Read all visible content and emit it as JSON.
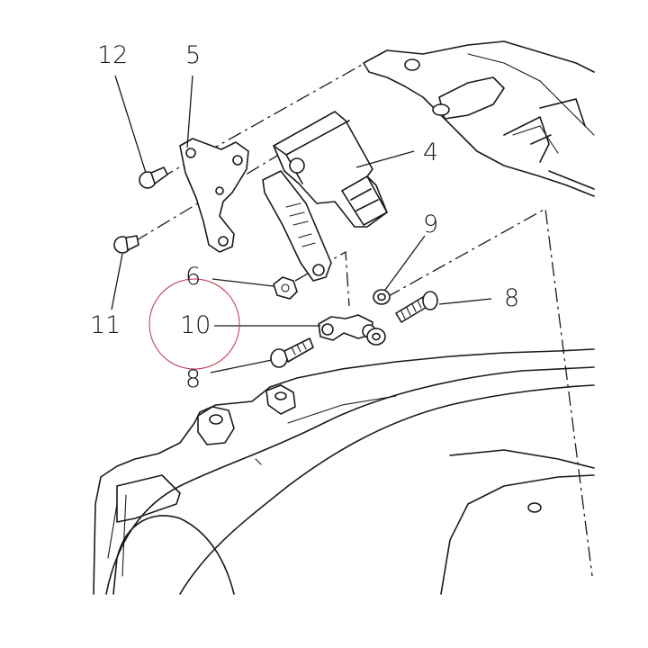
{
  "diagram": {
    "type": "exploded-parts-diagram",
    "callouts": [
      {
        "id": "c12",
        "label": "12"
      },
      {
        "id": "c5",
        "label": "5"
      },
      {
        "id": "c4",
        "label": "4"
      },
      {
        "id": "c9",
        "label": "9"
      },
      {
        "id": "c6",
        "label": "6"
      },
      {
        "id": "c8a",
        "label": "8"
      },
      {
        "id": "c10",
        "label": "10"
      },
      {
        "id": "c11",
        "label": "11"
      },
      {
        "id": "c8b",
        "label": "8"
      }
    ],
    "highlight": {
      "label": "10",
      "color": "#c0304a"
    },
    "colors": {
      "line": "#1a1a1a",
      "background": "#ffffff",
      "highlight": "#c0304a"
    }
  }
}
